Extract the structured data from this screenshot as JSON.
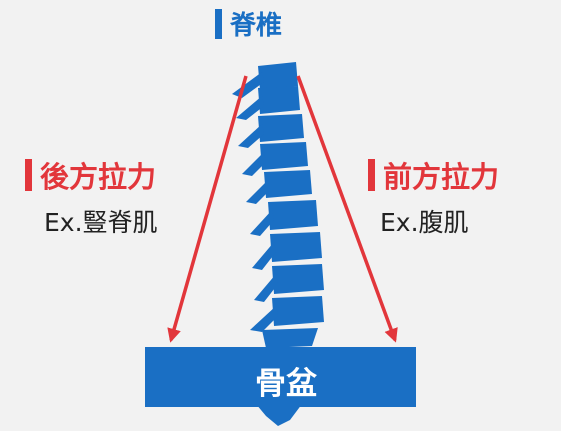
{
  "header": {
    "title": "脊椎"
  },
  "left_force": {
    "label": "後方拉力",
    "example": "Ex.豎脊肌"
  },
  "right_force": {
    "label": "前方拉力",
    "example": "Ex.腹肌"
  },
  "pelvis": {
    "label": "骨盆"
  },
  "colors": {
    "background": "#f2f2f2",
    "bone_blue": "#1a6fc4",
    "arrow_red": "#e2363b",
    "text_dark": "#222222"
  }
}
